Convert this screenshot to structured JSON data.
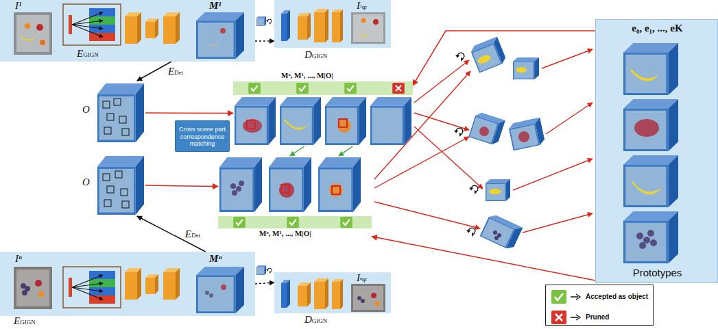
{
  "diagram": {
    "nodes": [
      {
        "text": [
          "I¹",
          "EGIGN",
          "M¹"
        ]
      },
      {
        "text": [
          "I¹qr",
          "DGIGN"
        ]
      },
      {
        "text": [
          "O"
        ]
      },
      {
        "text": [
          "Mᵒ, M¹, ..., M|O|"
        ]
      },
      {
        "text": [
          "Cross scene part correspondence matching"
        ]
      },
      {
        "text": [
          "O"
        ]
      },
      {
        "text": [
          "Mᵒ, M¹, ..., M|O|"
        ]
      },
      {
        "text": [
          "Iⁿ",
          "Mⁿ",
          "EGIGN"
        ]
      },
      {
        "text": [
          "Iⁿqr",
          "DGIGN"
        ]
      },
      {
        "text": [
          "e₀, e₁, ..., eK",
          "Prototypes"
        ]
      }
    ],
    "edges": [
      {
        "from": 0,
        "to": 1,
        "arrow": "to"
      },
      {
        "from": 0,
        "to": 2,
        "label": "EDet",
        "arrow": "to"
      },
      {
        "from": 2,
        "to": 3,
        "arrow": "to"
      },
      {
        "from": 3,
        "to": 6,
        "arrow": "to"
      },
      {
        "from": 5,
        "to": 6,
        "arrow": "to"
      },
      {
        "from": 7,
        "to": 5,
        "label": "EDet",
        "arrow": "to"
      },
      {
        "from": 7,
        "to": 8,
        "arrow": "to"
      },
      {
        "from": 9,
        "to": 3,
        "arrow": "to"
      },
      {
        "from": 9,
        "to": 6,
        "arrow": "to"
      }
    ],
    "legend": [
      {
        "text": "Accepted as object"
      },
      {
        "text": "Pruned"
      }
    ]
  }
}
